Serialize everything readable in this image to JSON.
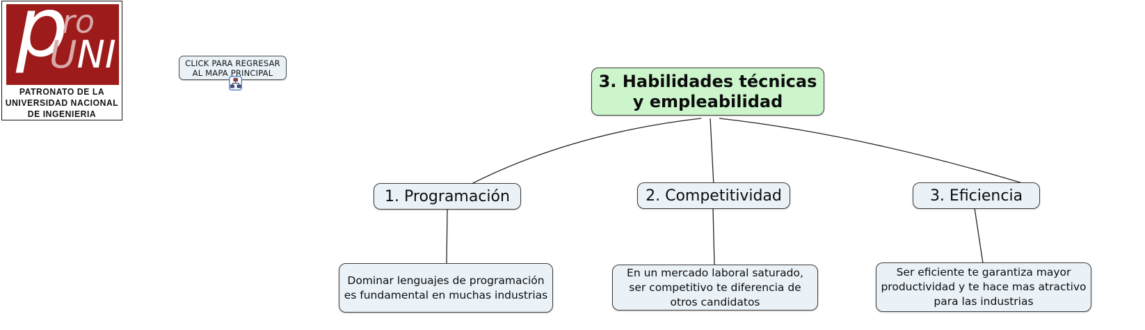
{
  "colors": {
    "root-fill": "#ccf5cc",
    "node-fill": "#eaf2f8",
    "logo-red": "#9e1b1b",
    "logo-pink": "#d9aaaa"
  },
  "logo": {
    "p": "p",
    "ro": "ro",
    "uni_u": "U",
    "uni_ni": "NI",
    "caption": "PATRONATO DE LA\nUNIVERSIDAD NACIONAL\nDE INGENIERIA"
  },
  "back_button": {
    "label": "CLICK PARA REGRESAR\nAL MAPA PRINCIPAL",
    "icon": "sitemap-icon"
  },
  "concept_map": {
    "root": {
      "label": "3. Habilidades técnicas y empleabilidad"
    },
    "children": [
      {
        "label": "1. Programación",
        "detail": "Dominar lenguajes de programación es fundamental en muchas industrias"
      },
      {
        "label": "2. Competitividad",
        "detail": "En un mercado laboral saturado, ser competitivo te diferencia de otros candidatos"
      },
      {
        "label": "3. Eficiencia",
        "detail": "Ser eficiente te garantiza mayor productividad y te hace mas atractivo para las industrias"
      }
    ]
  }
}
